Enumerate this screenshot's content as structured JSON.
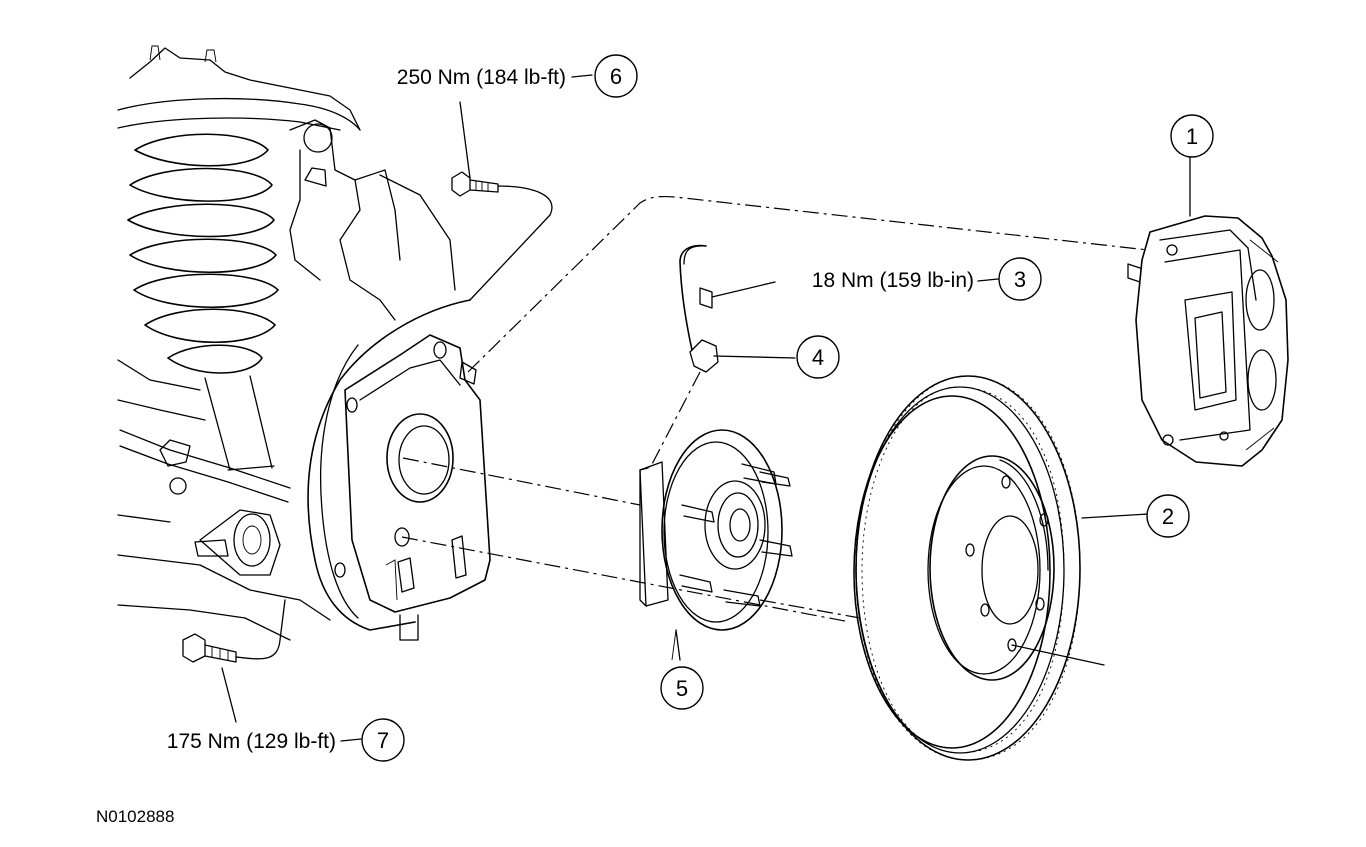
{
  "figure_id": "N0102888",
  "callouts": [
    {
      "number": "1"
    },
    {
      "number": "2"
    },
    {
      "number": "3",
      "torque": "18 Nm (159 lb-in)"
    },
    {
      "number": "4"
    },
    {
      "number": "5"
    },
    {
      "number": "6",
      "torque": "250 Nm (184 lb-ft)"
    },
    {
      "number": "7",
      "torque": "175 Nm (129 lb-ft)"
    }
  ]
}
